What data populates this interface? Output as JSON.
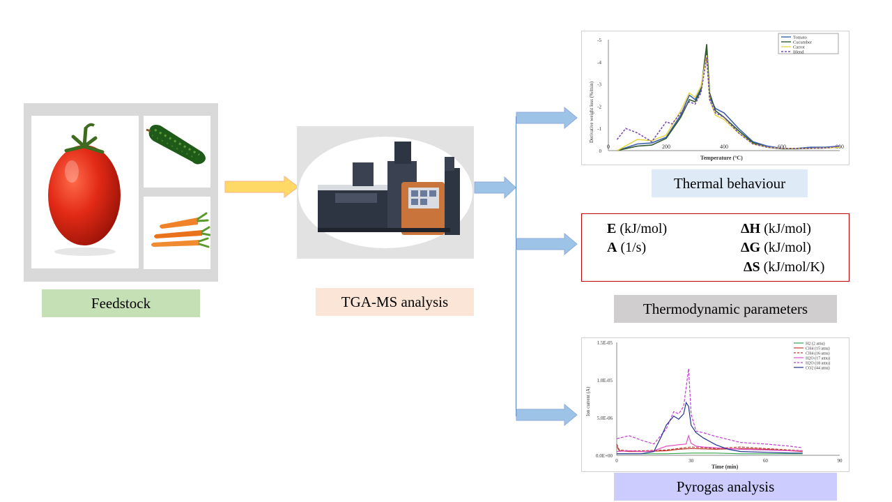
{
  "feedstock": {
    "label": "Feedstock"
  },
  "tga": {
    "label": "TGA-MS analysis"
  },
  "thermal": {
    "label": "Thermal behaviour",
    "chart": {
      "type": "line",
      "ylabel": "Derivative weight loss (%/min)",
      "xlabel": "Temperature (°C)",
      "xticks": [
        "0",
        "200",
        "400",
        "600",
        "800"
      ],
      "yticks": [
        "0",
        "-1",
        "-2",
        "-3",
        "-4",
        "-5"
      ],
      "legend": [
        "Tomato",
        "Cucumber",
        "Carrot",
        "Blend"
      ]
    }
  },
  "thermo": {
    "label": "Thermodynamic parameters",
    "items": [
      {
        "sym": "E",
        "unit": " (kJ/mol)"
      },
      {
        "sym": "A",
        "unit": " (1/s)"
      },
      {
        "sym": "ΔH",
        "unit": " (kJ/mol)"
      },
      {
        "sym": "ΔG",
        "unit": " (kJ/mol)"
      },
      {
        "sym": "ΔS",
        "unit": " (kJ/mol/K)"
      }
    ]
  },
  "pyrogas": {
    "label": "Pyrogas analysis",
    "chart": {
      "type": "line",
      "ylabel": "Ion current (A)",
      "xlabel": "Time (min)",
      "xticks": [
        "0",
        "30",
        "60",
        "90"
      ],
      "yticks": [
        "0.0E+00",
        "5.0E-06",
        "1.0E-05",
        "1.5E-05"
      ],
      "legend": [
        "H2 (2 amu)",
        "CH4 (15 amu)",
        "CH4 (16 amu)",
        "H2O (17 amu)",
        "H2O (18 amu)",
        "CO2 (44 amu)"
      ]
    }
  },
  "chart_data": [
    {
      "type": "line",
      "title": "",
      "xlabel": "Temperature (°C)",
      "ylabel": "Derivative weight loss (%/min)",
      "xlim": [
        0,
        800
      ],
      "ylim": [
        0,
        -5
      ],
      "series": [
        {
          "name": "Tomato",
          "color": "#3a5fb0",
          "x": [
            30,
            100,
            150,
            200,
            250,
            280,
            300,
            320,
            340,
            350,
            370,
            400,
            450,
            500,
            550,
            600,
            650,
            700,
            750,
            800
          ],
          "y": [
            0,
            -0.3,
            -0.35,
            -0.6,
            -1.6,
            -2.5,
            -2.3,
            -2.8,
            -4.5,
            -2.4,
            -1.9,
            -1.7,
            -1.0,
            -0.4,
            -0.2,
            -0.1,
            -0.1,
            -0.15,
            -0.15,
            -0.2
          ]
        },
        {
          "name": "Cucumber",
          "color": "#2e5a2e",
          "x": [
            30,
            100,
            150,
            200,
            250,
            280,
            300,
            320,
            340,
            350,
            370,
            400,
            450,
            500,
            550,
            600,
            650,
            700,
            750,
            800
          ],
          "y": [
            0,
            -0.2,
            -0.25,
            -0.55,
            -1.5,
            -2.3,
            -2.2,
            -2.7,
            -4.8,
            -2.6,
            -1.8,
            -1.5,
            -0.9,
            -0.35,
            -0.15,
            -0.08,
            -0.08,
            -0.1,
            -0.12,
            -0.15
          ]
        },
        {
          "name": "Carrot",
          "color": "#e6d84a",
          "x": [
            30,
            100,
            150,
            200,
            250,
            280,
            300,
            320,
            340,
            350,
            370,
            400,
            450,
            500,
            550,
            600,
            650,
            700,
            750,
            800
          ],
          "y": [
            0,
            -0.5,
            -0.45,
            -0.7,
            -1.8,
            -2.6,
            -2.4,
            -2.9,
            -4.3,
            -2.3,
            -1.6,
            -1.4,
            -0.8,
            -0.3,
            -0.15,
            -0.1,
            -0.1,
            -0.1,
            -0.12,
            -0.15
          ]
        },
        {
          "name": "Blend",
          "color": "#7a4cb0",
          "x": [
            30,
            60,
            100,
            150,
            200,
            220,
            250,
            280,
            300,
            320,
            340,
            350,
            370,
            400,
            450,
            500,
            550,
            600,
            650,
            700,
            750,
            800
          ],
          "y": [
            -0.5,
            -1.0,
            -0.8,
            -0.4,
            -1.3,
            -1.2,
            -1.7,
            -2.2,
            -2.1,
            -2.6,
            -4.2,
            -2.3,
            -1.7,
            -1.5,
            -0.8,
            -0.3,
            -0.15,
            -0.1,
            -0.1,
            -0.1,
            -0.12,
            -0.2
          ]
        }
      ]
    },
    {
      "type": "line",
      "title": "",
      "xlabel": "Time (min)",
      "ylabel": "Ion current (A)",
      "xlim": [
        0,
        90
      ],
      "ylim": [
        0,
        1.5e-05
      ],
      "series": [
        {
          "name": "H2 (2 amu)",
          "color": "#2ea44f",
          "x": [
            0,
            10,
            20,
            30,
            40,
            50,
            60,
            70,
            75
          ],
          "y": [
            2e-07,
            2e-07,
            2e-07,
            3e-07,
            3e-07,
            2e-07,
            2e-07,
            2e-07,
            2e-07
          ]
        },
        {
          "name": "CH4 (15 amu)",
          "color": "#c0392b",
          "x": [
            0,
            1,
            5,
            10,
            20,
            25,
            30,
            40,
            50,
            60,
            70,
            75
          ],
          "y": [
            1.2e-06,
            6e-07,
            5e-07,
            5e-07,
            6e-07,
            8e-07,
            9e-07,
            8e-07,
            9e-07,
            8e-07,
            6e-07,
            5e-07
          ]
        },
        {
          "name": "CH4 (16 amu)",
          "color": "#c0392b",
          "x": [
            0,
            1,
            5,
            10,
            20,
            25,
            30,
            40,
            50,
            60,
            70,
            75
          ],
          "y": [
            1.5e-06,
            7e-07,
            6e-07,
            6e-07,
            7e-07,
            9e-07,
            1.1e-06,
            9e-07,
            1.1e-06,
            9e-07,
            7e-07,
            6e-07
          ]
        },
        {
          "name": "H2O (17 amu)",
          "color": "#e052c9",
          "x": [
            0,
            5,
            10,
            15,
            20,
            25,
            28,
            29,
            30,
            32,
            35,
            40,
            50,
            60,
            70,
            75
          ],
          "y": [
            5e-07,
            6e-07,
            5e-07,
            6e-07,
            1.2e-06,
            1.4e-06,
            1.5e-06,
            2.6e-06,
            1.6e-06,
            1.2e-06,
            1.1e-06,
            1e-06,
            8e-07,
            7e-07,
            6e-07,
            6e-07
          ]
        },
        {
          "name": "H2O (18 amu)",
          "color": "#c03ad0",
          "x": [
            0,
            5,
            10,
            15,
            20,
            23,
            25,
            27,
            28,
            29,
            30,
            32,
            35,
            40,
            50,
            60,
            70,
            75
          ],
          "y": [
            2.2e-06,
            2.6e-06,
            2e-06,
            1.5e-06,
            3.5e-06,
            5.8e-06,
            5.5e-06,
            6.5e-06,
            9e-06,
            1.15e-05,
            5.5e-06,
            3.2e-06,
            3e-06,
            2.5e-06,
            1.7e-06,
            1.5e-06,
            1.2e-06,
            1e-06
          ]
        },
        {
          "name": "CO2 (44 amu)",
          "color": "#1f2f8f",
          "x": [
            0,
            10,
            15,
            18,
            20,
            23,
            25,
            27,
            28,
            29,
            30,
            32,
            35,
            40,
            45,
            50,
            60,
            70,
            75
          ],
          "y": [
            2e-07,
            2e-07,
            5e-07,
            2.5e-06,
            4e-06,
            5.2e-06,
            4.8e-06,
            5.5e-06,
            7e-06,
            6.5e-06,
            4e-06,
            3e-06,
            2.3e-06,
            1.4e-06,
            8e-07,
            5e-07,
            4e-07,
            3e-07,
            3e-07
          ]
        }
      ]
    }
  ]
}
